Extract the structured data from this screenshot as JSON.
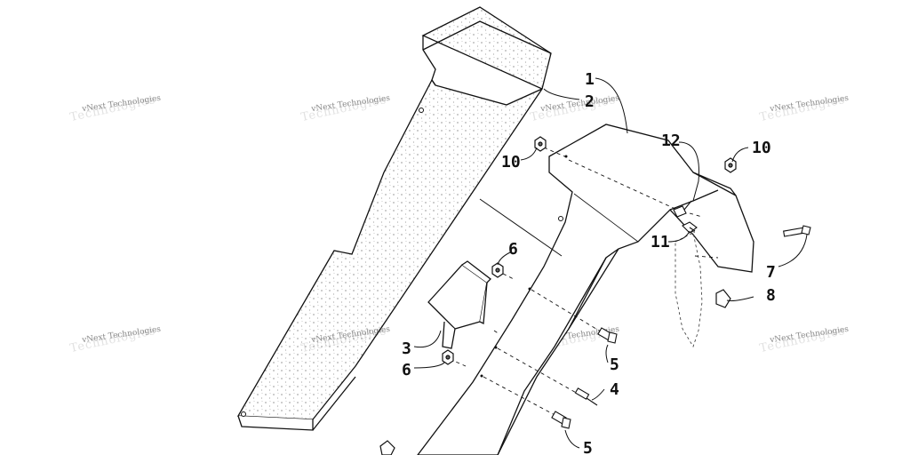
{
  "watermark": {
    "text": "vNext Technologies",
    "ghost_text": "Technologies"
  },
  "callouts": {
    "c1": "1",
    "c2": "2",
    "c3": "3",
    "c4": "4",
    "c5a": "5",
    "c5b": "5",
    "c6a": "6",
    "c6b": "6",
    "c7": "7",
    "c8": "8",
    "c10a": "10",
    "c10b": "10",
    "c11": "11",
    "c12": "12"
  }
}
